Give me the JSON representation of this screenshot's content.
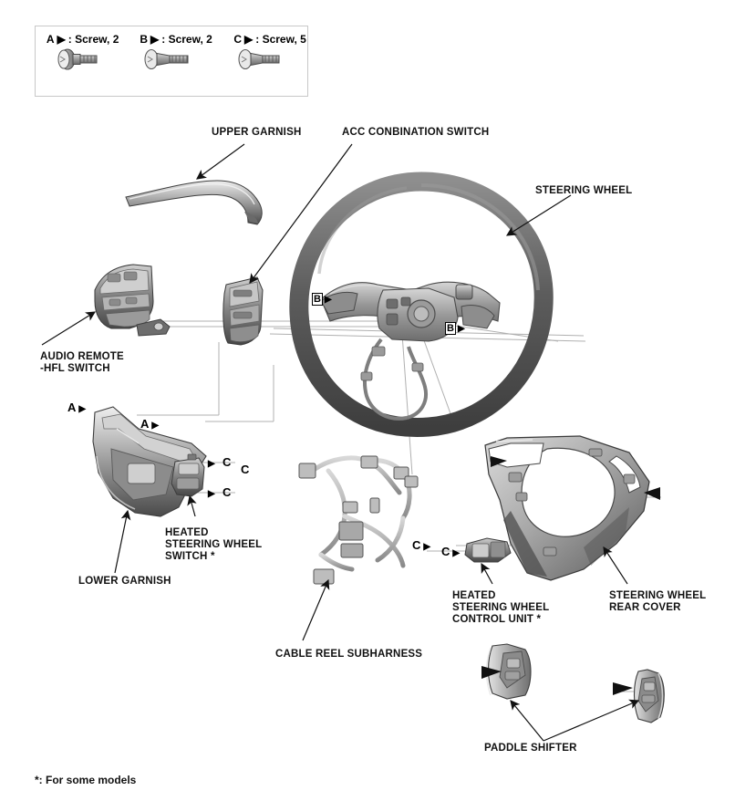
{
  "legend": {
    "items": [
      {
        "key": "A",
        "marker": "▶",
        "text": ": Screw, 2",
        "type": "flange-bolt"
      },
      {
        "key": "B",
        "marker": "▶",
        "text": ": Screw, 2",
        "type": "tapping-screw"
      },
      {
        "key": "C",
        "marker": "▶",
        "text": ": Screw, 5",
        "type": "tapping-screw"
      }
    ]
  },
  "labels": {
    "upper_garnish": "UPPER GARNISH",
    "acc_combination_switch": "ACC CONBINATION SWITCH",
    "steering_wheel": "STEERING WHEEL",
    "audio_remote_hfl_switch_l1": "AUDIO REMOTE",
    "audio_remote_hfl_switch_l2": "-HFL SWITCH",
    "lower_garnish": "LOWER GARNISH",
    "heated_sw_switch_l1": "HEATED",
    "heated_sw_switch_l2": "STEERING WHEEL",
    "heated_sw_switch_l3": "SWITCH *",
    "cable_reel_subharness": "CABLE REEL SUBHARNESS",
    "heated_sw_control_l1": "HEATED",
    "heated_sw_control_l2": "STEERING WHEEL",
    "heated_sw_control_l3": "CONTROL UNIT *",
    "steering_wheel_rear_cover_l1": "STEERING WHEEL",
    "steering_wheel_rear_cover_l2": "REAR COVER",
    "paddle_shifter": "PADDLE SHIFTER"
  },
  "callouts": [
    {
      "id": "a1",
      "text": "A",
      "marker": "▶"
    },
    {
      "id": "a2",
      "text": "A",
      "marker": "▶"
    },
    {
      "id": "b1",
      "text": "B",
      "marker": "▶",
      "boxed": true
    },
    {
      "id": "b2",
      "text": "B",
      "marker": "▶",
      "boxed": true
    },
    {
      "id": "c1",
      "text": "C",
      "marker": "▶"
    },
    {
      "id": "c2",
      "text": "C",
      "marker": "◀"
    },
    {
      "id": "c3",
      "text": "C",
      "marker": "▶"
    },
    {
      "id": "c4",
      "text": "C",
      "marker": "▶"
    },
    {
      "id": "c5",
      "text": "C",
      "marker": "▶"
    }
  ],
  "footnote": "*: For some models",
  "colors": {
    "line": "#1a1a1a",
    "thin_line": "#9a9a9a",
    "part_dark": "#4a4a4a",
    "part_mid": "#8c8c8c",
    "part_light": "#c9c9c9",
    "part_hi": "#e8e8e8",
    "legend_border": "#c8c8c8"
  }
}
